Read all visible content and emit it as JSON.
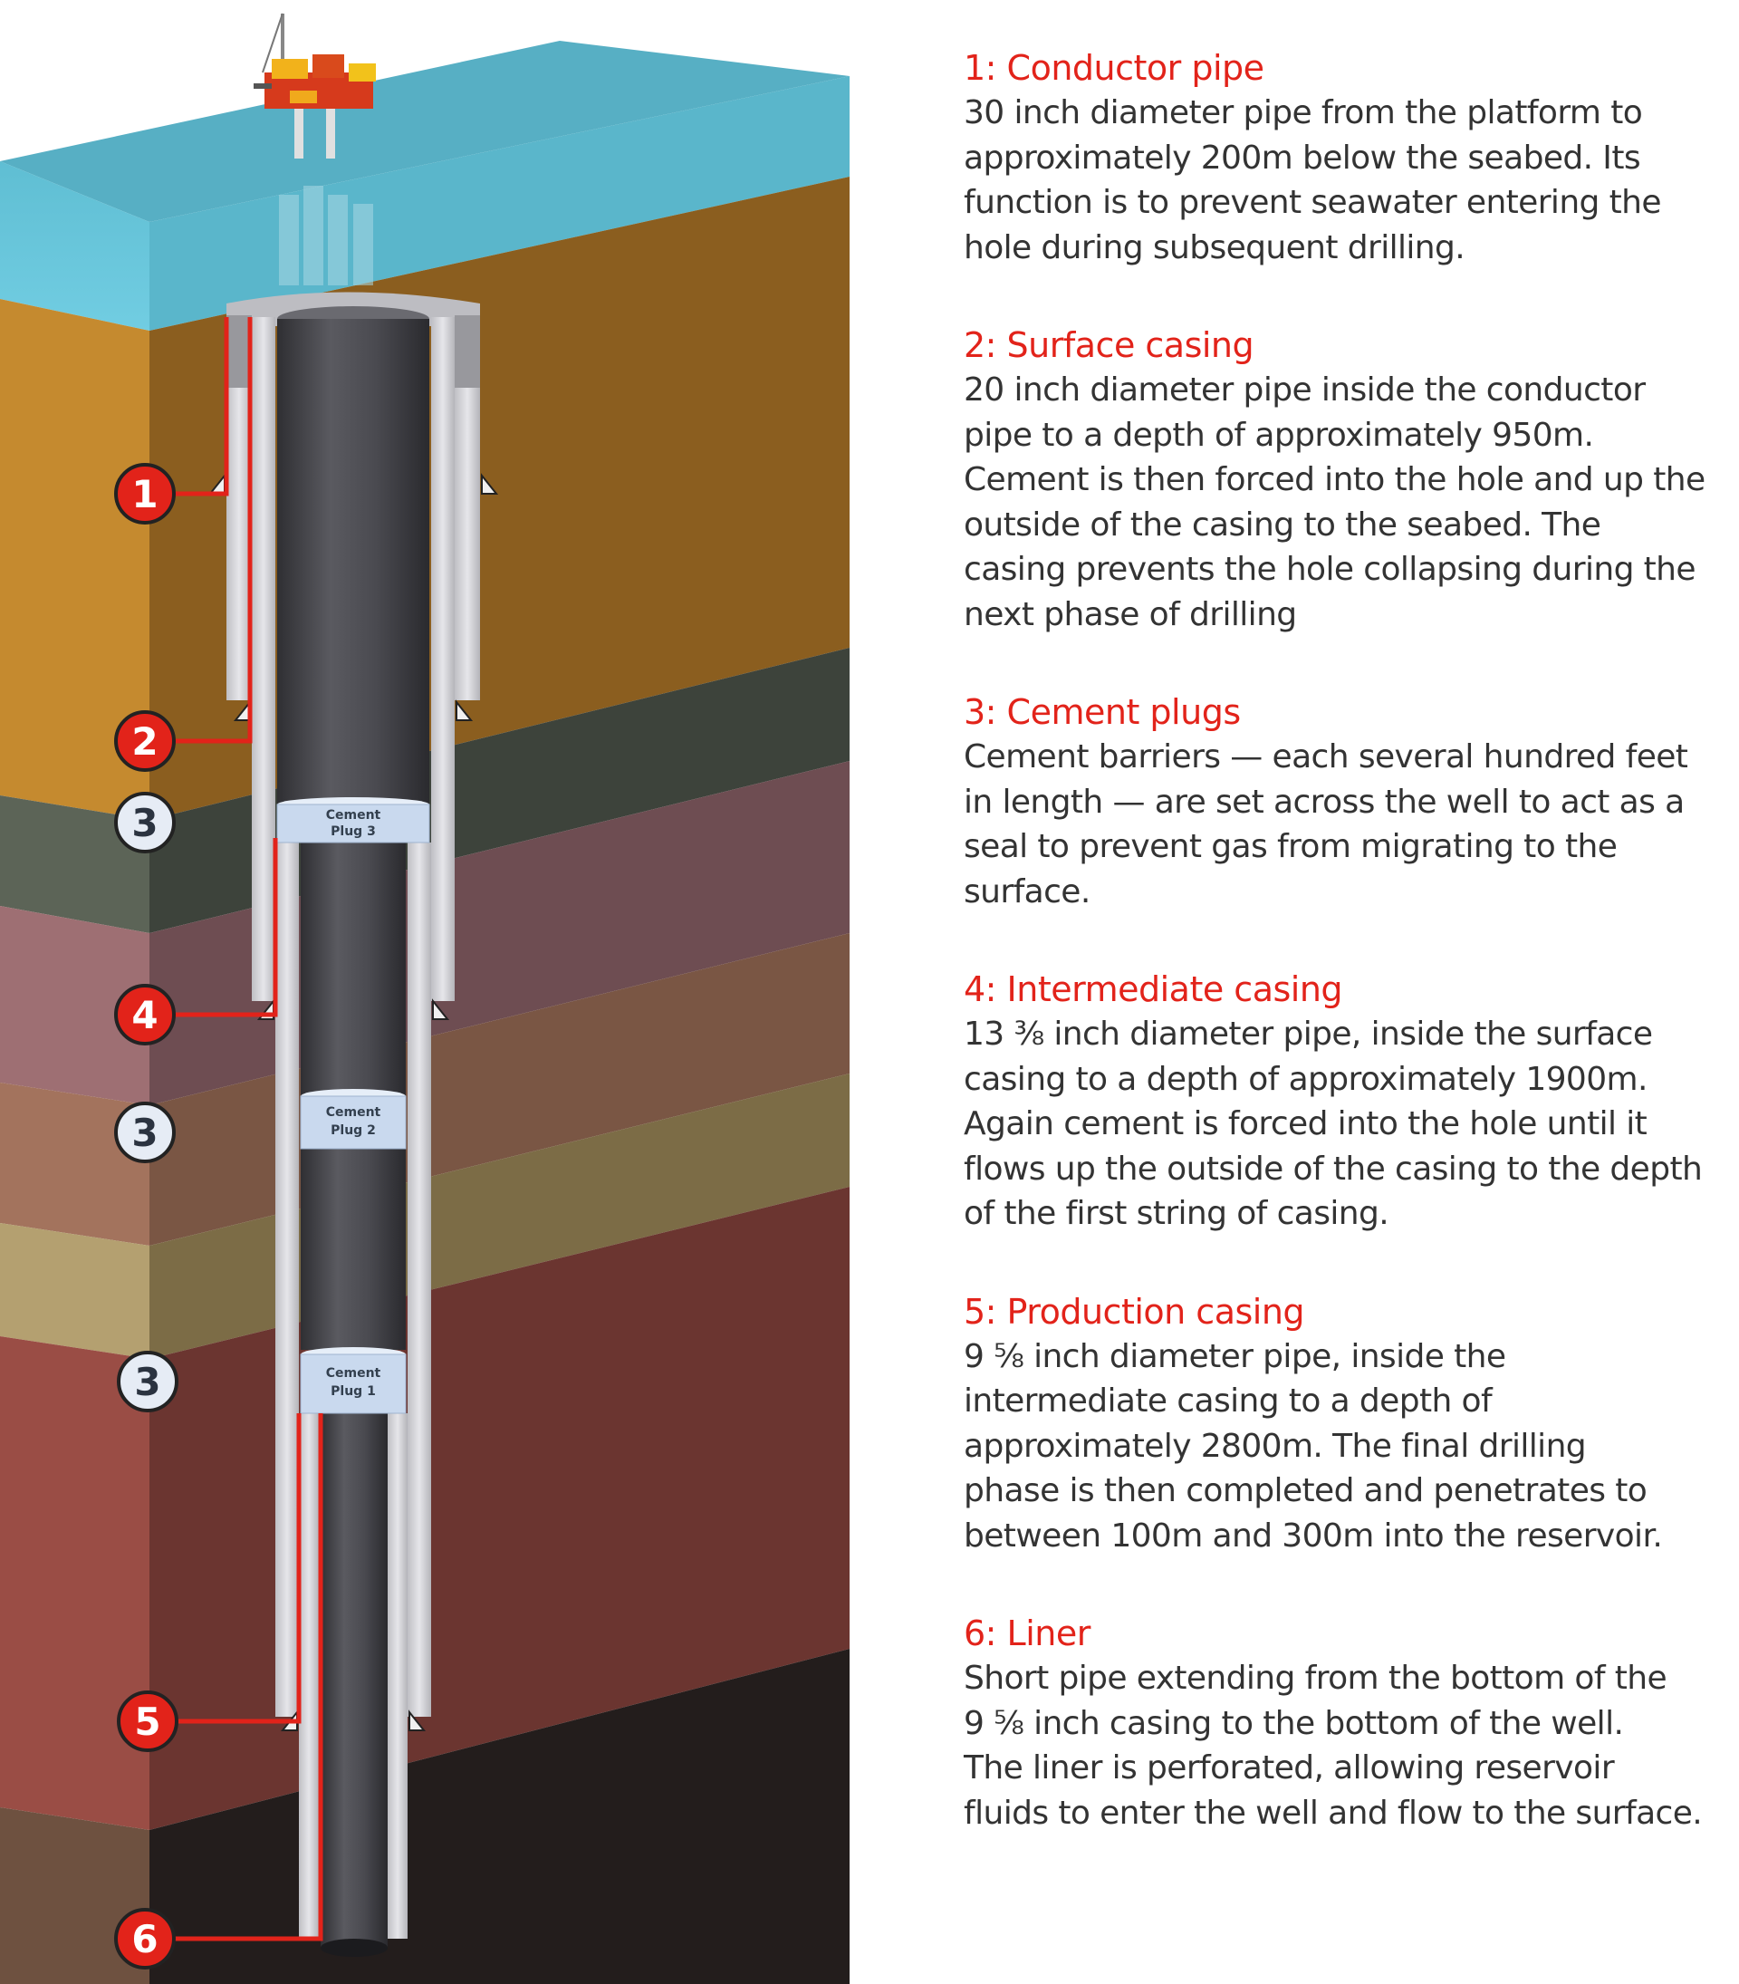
{
  "colors": {
    "sea_top": "#5cb4c8",
    "sea_side": "#6fcbe0",
    "sea_front": "#65c2d6",
    "title_red": "#e2231a",
    "body_text": "#333333",
    "marker_red": "#e2231a",
    "marker_blue": "#e6ecf5",
    "pipe_dark": "#4a4a4f",
    "casing_light": "#d8d8dc",
    "plug_fill": "#c9d9ee"
  },
  "diagram": {
    "markers": [
      {
        "label": "1",
        "style": "red"
      },
      {
        "label": "2",
        "style": "red"
      },
      {
        "label": "3",
        "style": "blue"
      },
      {
        "label": "4",
        "style": "red"
      },
      {
        "label": "3",
        "style": "blue"
      },
      {
        "label": "3",
        "style": "blue"
      },
      {
        "label": "5",
        "style": "red"
      },
      {
        "label": "6",
        "style": "red"
      }
    ],
    "plugs": [
      {
        "line1": "Cement",
        "line2": "Plug 3"
      },
      {
        "line1": "Cement",
        "line2": "Plug 2"
      },
      {
        "line1": "Cement",
        "line2": "Plug 1"
      }
    ]
  },
  "sections": [
    {
      "title": "1: Conductor pipe",
      "lines": [
        "30 inch diameter pipe from the platform to",
        "approximately 200m below the seabed. Its",
        "function is to prevent seawater entering the",
        "hole during subsequent drilling."
      ]
    },
    {
      "title": "2: Surface casing",
      "lines": [
        "20 inch diameter pipe inside the conductor",
        "pipe to a depth of approximately 950m.",
        "Cement is then forced into the hole and up the",
        "outside of the casing to the seabed. The",
        "casing prevents the hole collapsing during the",
        "next phase of drilling"
      ]
    },
    {
      "title": "3: Cement plugs",
      "lines": [
        "Cement barriers — each several hundred feet",
        "in length — are set across the well to act as a",
        "seal to prevent gas from migrating to the",
        "surface."
      ]
    },
    {
      "title": "4:  Intermediate casing",
      "lines": [
        "13 ³⁄₈ inch diameter pipe, inside the surface",
        "casing to a depth of approximately 1900m.",
        "Again cement is forced into the hole until it",
        "flows up the outside of the casing to the depth",
        "of the first string of casing."
      ]
    },
    {
      "title": "5: Production casing",
      "lines": [
        "9 ⁵⁄₈ inch diameter pipe, inside the",
        "intermediate casing to a depth of",
        "approximately 2800m. The final drilling",
        "phase is then completed and penetrates to",
        "between 100m and 300m into the reservoir."
      ]
    },
    {
      "title": "6: Liner",
      "lines": [
        "Short pipe extending from the bottom of the",
        "9 ⁵⁄₈  inch casing to the bottom of the well.",
        "The liner is perforated, allowing reservoir",
        "fluids to enter the well and flow to the surface."
      ]
    }
  ]
}
